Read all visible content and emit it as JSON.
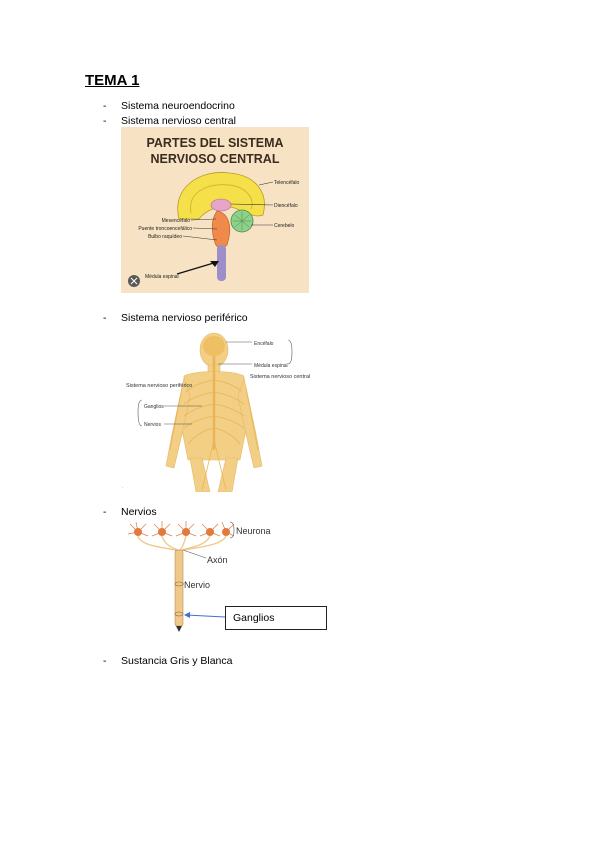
{
  "title": "TEMA 1",
  "bullets": [
    {
      "dash": "-",
      "text": "Sistema neuroendocrino"
    },
    {
      "dash": "-",
      "text": "Sistema nervioso central"
    },
    {
      "dash": "-",
      "text": "Sistema nervioso periférico"
    },
    {
      "dash": "-",
      "text": "Nervios"
    },
    {
      "dash": "-",
      "text": "Sustancia Gris y Blanca"
    }
  ],
  "figure_cns": {
    "heading_line1": "PARTES DEL SISTEMA",
    "heading_line2": "NERVIOSO CENTRAL",
    "labels": {
      "telencefalo": "Telencéfalo",
      "diencefalo": "Diencéfalo",
      "cerebelo": "Cerebelo",
      "mesencefalo": "Mesencéfalo",
      "puente": "Puente troncoencefálico",
      "bulbo": "Bulbo raquídeo",
      "medula": "Médula espinal"
    },
    "colors": {
      "background": "#f7e3c4",
      "telencefalo": "#f5e04a",
      "cerebelo": "#8fd18a",
      "tronco": "#f08a4b",
      "medula": "#9d8ec9"
    }
  },
  "figure_snp": {
    "labels": {
      "encefalo": "Encéfalo",
      "medula": "Médula espinal",
      "snc": "Sistema nervioso central",
      "snp": "Sistema nervioso periférico",
      "ganglios": "Ganglios",
      "nervios": "Nervios"
    },
    "small_mark": "-",
    "body_color": "#f2cf85"
  },
  "figure_nervios": {
    "labels": {
      "neurona": "Neurona",
      "axon": "Axón",
      "nervio": "Nervio"
    },
    "callout": "Ganglios",
    "colors": {
      "neuron": "#e07a3e",
      "nerve": "#f0c98a",
      "arrow": "#3d6fd6"
    }
  }
}
